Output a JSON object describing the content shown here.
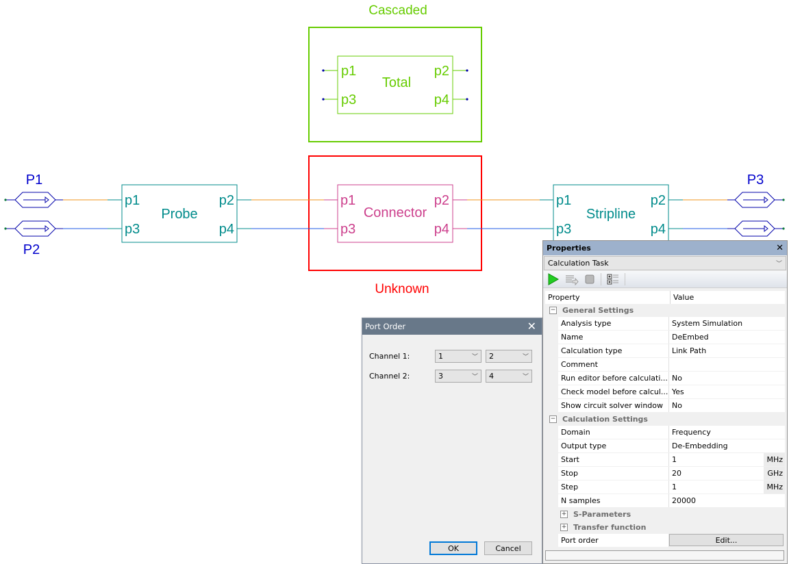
{
  "schematic": {
    "cascaded_label": "Cascaded",
    "unknown_label": "Unknown",
    "blocks": {
      "total": {
        "name": "Total",
        "ports": [
          "p1",
          "p2",
          "p3",
          "p4"
        ]
      },
      "probe": {
        "name": "Probe",
        "ports": [
          "p1",
          "p2",
          "p3",
          "p4"
        ]
      },
      "connector": {
        "name": "Connector",
        "ports": [
          "p1",
          "p2",
          "p3",
          "p4"
        ]
      },
      "stripline": {
        "name": "Stripline",
        "ports": [
          "p1",
          "p2",
          "p3",
          "p4"
        ]
      }
    },
    "ports": {
      "p1": "P1",
      "p2": "P2",
      "p3": "P3"
    },
    "colors": {
      "cascaded": "#66cc00",
      "unknown": "#ff0000",
      "block": "#008b8b",
      "connector": "#cc3f8c",
      "port": "#0000cc",
      "wire_top": "#f0961e",
      "wire_bottom": "#1e5ae6"
    }
  },
  "port_order_dialog": {
    "title": "Port Order",
    "close_icon": "close-icon",
    "channels": [
      {
        "label": "Channel 1:",
        "values": [
          "1",
          "2"
        ]
      },
      {
        "label": "Channel 2:",
        "values": [
          "3",
          "4"
        ]
      }
    ],
    "ok_label": "OK",
    "cancel_label": "Cancel"
  },
  "properties": {
    "title": "Properties",
    "selected_object": "Calculation Task",
    "toolbar": [
      "play-icon",
      "run-list-icon",
      "stop-icon",
      "expand-all-icon"
    ],
    "header": {
      "property": "Property",
      "value": "Value"
    },
    "general_settings": {
      "label": "General Settings",
      "rows": [
        {
          "key": "Analysis type",
          "value": "System Simulation"
        },
        {
          "key": "Name",
          "value": "DeEmbed"
        },
        {
          "key": "Calculation type",
          "value": "Link Path"
        },
        {
          "key": "Comment",
          "value": ""
        },
        {
          "key": "Run editor before calculati...",
          "value": "No"
        },
        {
          "key": "Check model before calcul...",
          "value": "Yes"
        },
        {
          "key": "Show circuit solver window",
          "value": "No"
        }
      ]
    },
    "calculation_settings": {
      "label": "Calculation Settings",
      "rows": [
        {
          "key": "Domain",
          "value": "Frequency",
          "unit": ""
        },
        {
          "key": "Output type",
          "value": "De-Embedding",
          "unit": ""
        },
        {
          "key": "Start",
          "value": "1",
          "unit": "MHz"
        },
        {
          "key": "Stop",
          "value": "20",
          "unit": "GHz"
        },
        {
          "key": "Step",
          "value": "1",
          "unit": "MHz"
        },
        {
          "key": "N samples",
          "value": "20000",
          "unit": ""
        }
      ],
      "s_parameters_label": "S-Parameters",
      "transfer_function_label": "Transfer function",
      "port_order_key": "Port order",
      "port_order_button": "Edit..."
    }
  }
}
